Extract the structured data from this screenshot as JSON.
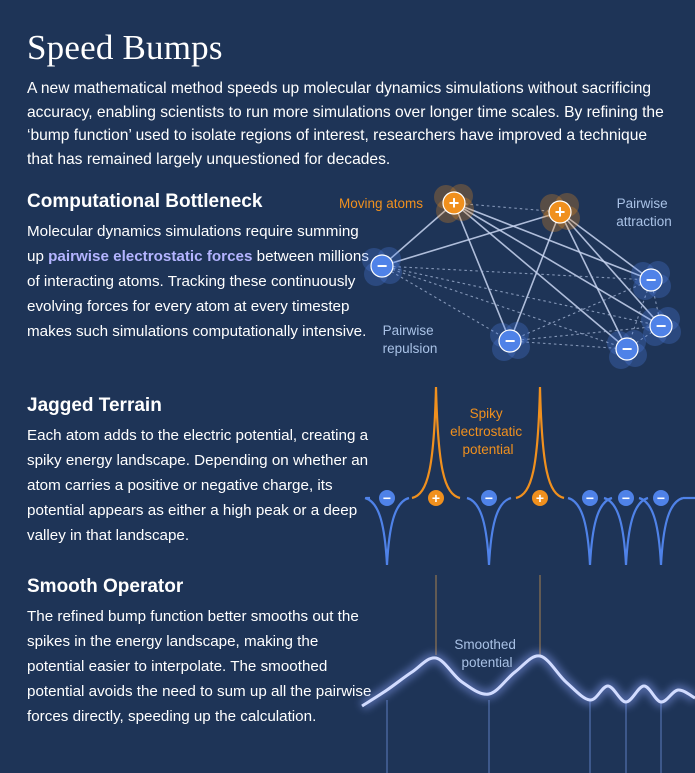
{
  "title": "Speed Bumps",
  "intro": "A new mathematical method speeds up molecular dynamics simulations without sacrificing accuracy, enabling scientists to run more simulations over longer time scales. By refining the ‘bump function’ used to isolate regions of interest, researchers have improved a technique that has remained largely unquestioned for decades.",
  "sections": [
    {
      "heading": "Computational Bottleneck",
      "text_before": "Molecular dynamics simulations require summing up ",
      "highlight": "pairwise electrostatic forces",
      "text_after": " between millions of interacting atoms. Tracking these continuously evolving forces for every atom at every timestep makes such simulations computationally intensive."
    },
    {
      "heading": "Jagged Terrain",
      "text": "Each atom adds to the electric potential, creating a spiky energy landscape. Depending on whether an atom carries a positive or negative charge, its potential appears as either a high peak or a deep valley in that landscape."
    },
    {
      "heading": "Smooth Operator",
      "text": "The refined bump function better smooths out the spikes in the energy landscape, making the potential easier to interpolate. The smoothed potential avoids the need to sum up all the pairwise forces directly, speeding up the calculation."
    }
  ],
  "diagram": {
    "labels": {
      "moving_atoms": "Moving atoms",
      "pairwise_attraction": [
        "Pairwise",
        "attraction"
      ],
      "pairwise_repulsion": [
        "Pairwise",
        "repulsion"
      ],
      "spiky_potential": [
        "Spiky",
        "electrostatic",
        "potential"
      ],
      "smoothed_potential": [
        "Smoothed",
        "potential"
      ]
    },
    "positive_symbol": "+",
    "negative_symbol": "−",
    "charge_sequence": [
      "negative",
      "positive",
      "negative",
      "positive",
      "negative",
      "negative",
      "negative"
    ],
    "colors": {
      "background": "#1e3457",
      "positive": "#f0901e",
      "negative": "#4f82e8",
      "highlight": "#b4b4ff",
      "label": "#a9c2e6"
    }
  }
}
